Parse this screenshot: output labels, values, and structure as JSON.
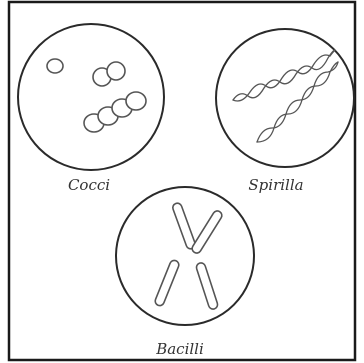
{
  "labels": {
    "cocci": "Cocci",
    "spirilla": "Spirilla",
    "bacilli": "Bacilli"
  },
  "colors": {
    "stroke": "#2a2a2a",
    "cell_stroke": "#555555",
    "cell_fill": "#ffffff",
    "frame": "#1a1a1a",
    "background": "#ffffff"
  }
}
